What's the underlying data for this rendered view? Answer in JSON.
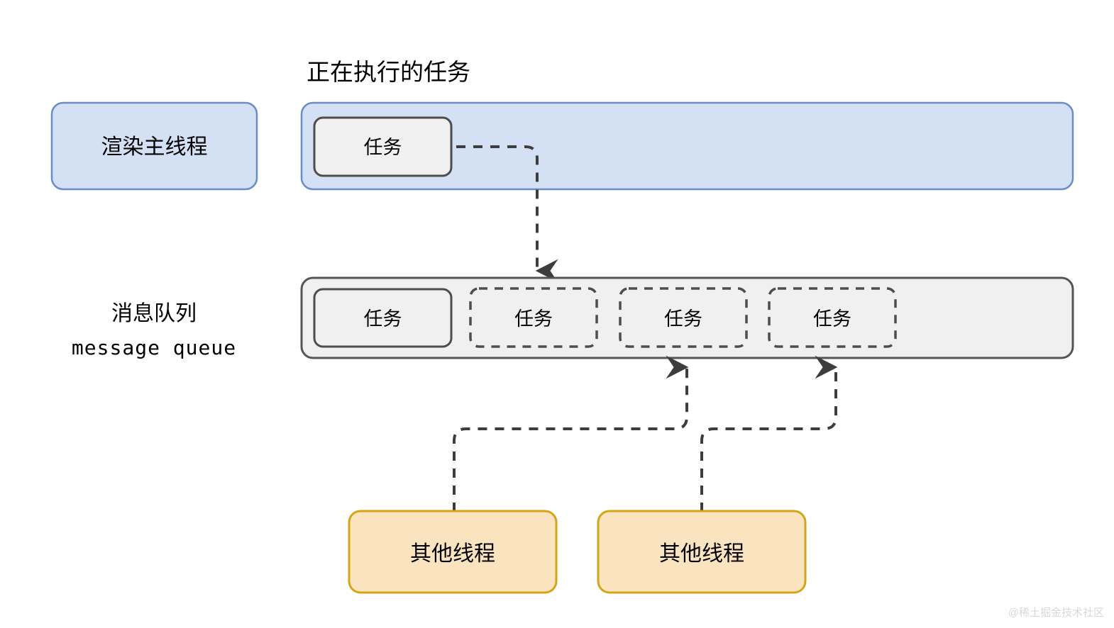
{
  "diagram": {
    "title": "正在执行的任务",
    "main_thread": {
      "label": "渲染主线程",
      "fill": "#d4e1f5",
      "stroke": "#6b8dc4",
      "running_task": {
        "label": "任务",
        "fill": "#f0f0f0",
        "stroke": "#4d4d4d"
      }
    },
    "message_queue": {
      "label_cn": "消息队列",
      "label_en": "message queue",
      "fill": "#f0f0f0",
      "stroke": "#555555",
      "tasks": [
        {
          "label": "任务",
          "style": "solid"
        },
        {
          "label": "任务",
          "style": "dashed"
        },
        {
          "label": "任务",
          "style": "dashed"
        },
        {
          "label": "任务",
          "style": "dashed"
        }
      ]
    },
    "other_threads": [
      {
        "label": "其他线程",
        "fill": "#fae4c0",
        "stroke": "#d6a417"
      },
      {
        "label": "其他线程",
        "fill": "#fae4c0",
        "stroke": "#d6a417"
      }
    ],
    "arrows": [
      {
        "name": "main-thread-to-queue",
        "direction": "down"
      },
      {
        "name": "thread-1-to-queue",
        "direction": "up"
      },
      {
        "name": "thread-2-to-queue",
        "direction": "up"
      }
    ],
    "watermark": "@稀土掘金技术社区"
  }
}
